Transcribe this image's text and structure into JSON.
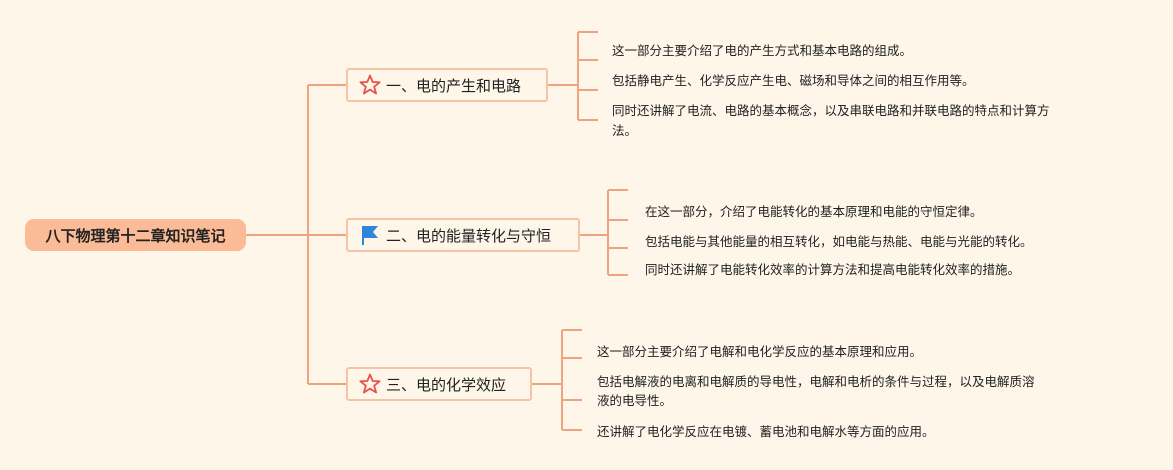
{
  "root": {
    "label": "八下物理第十二章知识笔记"
  },
  "branches": [
    {
      "label": "一、电的产生和电路",
      "icon": "star-icon",
      "notes": [
        "这一部分主要介绍了电的产生方式和基本电路的组成。",
        "包括静电产生、化学反应产生电、磁场和导体之间的相互作用等。",
        "同时还讲解了电流、电路的基本概念，以及串联电路和并联电路的特点和计算方",
        "法。"
      ]
    },
    {
      "label": "二、电的能量转化与守恒",
      "icon": "flag-icon",
      "notes": [
        "在这一部分，介绍了电能转化的基本原理和电能的守恒定律。",
        "包括电能与其他能量的相互转化，如电能与热能、电能与光能的转化。",
        "同时还讲解了电能转化效率的计算方法和提高电能转化效率的措施。"
      ]
    },
    {
      "label": "三、电的化学效应",
      "icon": "star-icon",
      "notes": [
        "这一部分主要介绍了电解和电化学反应的基本原理和应用。",
        "包括电解液的电离和电解质的导电性，电解和电析的条件与过程，以及电解质溶",
        "液的电导性。",
        "还讲解了电化学反应在电镀、蓄电池和电解水等方面的应用。"
      ]
    }
  ],
  "colors": {
    "line": "#f0a37f",
    "root_fill": "#fbbb96",
    "branch_border": "#f5c3a8",
    "star": "#e8524a",
    "flag": "#2f86d6"
  }
}
